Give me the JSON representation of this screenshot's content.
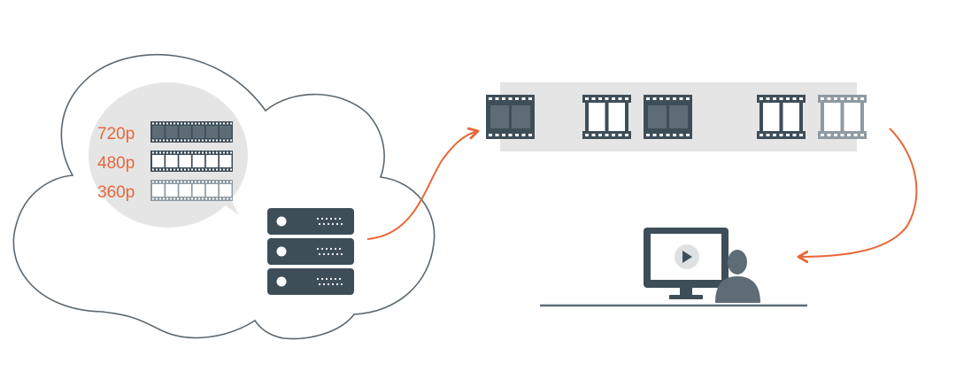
{
  "cloud": {
    "bubble": {
      "quality_levels": [
        {
          "label": "720p"
        },
        {
          "label": "480p"
        },
        {
          "label": "360p"
        }
      ]
    },
    "server": {
      "units": 3
    }
  },
  "stream": {
    "segments": [
      "dark",
      "outline",
      "dark",
      "outline",
      "faded"
    ]
  },
  "colors": {
    "accent": "#e8673a",
    "dark": "#3e4e59",
    "mid": "#5d6c75",
    "light_gray": "#e5e5e5",
    "cloud_stroke": "#5b6770",
    "film_light": "#8f9aa2",
    "white": "#ffffff"
  }
}
